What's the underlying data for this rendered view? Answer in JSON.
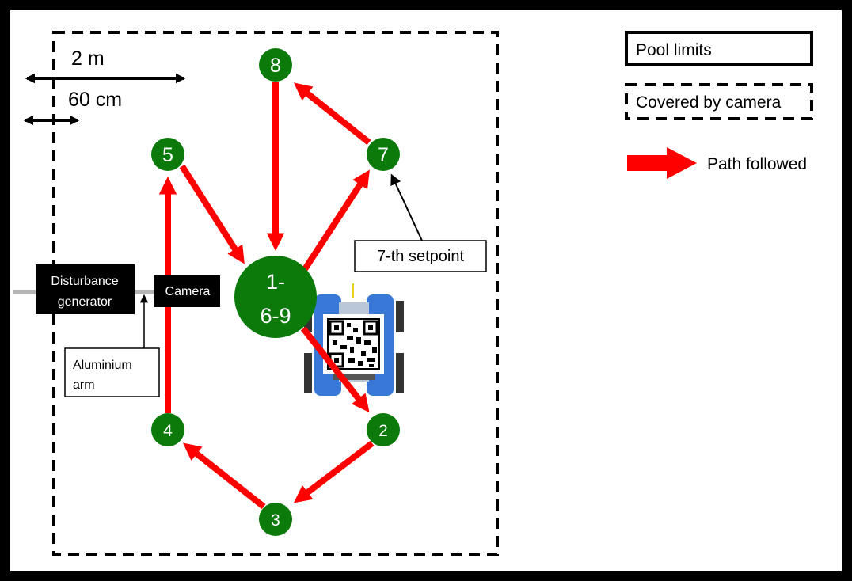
{
  "scale": {
    "big_label": "2 m",
    "small_label": "60 cm"
  },
  "legend": {
    "pool_limits": "Pool limits",
    "covered_by_camera": "Covered by camera",
    "path_followed": "Path followed"
  },
  "setpoints": {
    "center": [
      "1-",
      "6-9"
    ],
    "p2": "2",
    "p3": "3",
    "p4": "4",
    "p5": "5",
    "p7": "7",
    "p8": "8"
  },
  "annotations": {
    "seventh_setpoint": "7-th setpoint",
    "disturbance_generator": [
      "Disturbance",
      "generator"
    ],
    "camera": "Camera",
    "aluminium_arm": [
      "Aluminium",
      "arm"
    ]
  },
  "colors": {
    "arrow": "#ff0000",
    "node": "#0b7a0b",
    "robot": "#3a78d8"
  },
  "path_order": [
    "1",
    "2",
    "3",
    "4",
    "5",
    "6",
    "7",
    "8",
    "9"
  ]
}
